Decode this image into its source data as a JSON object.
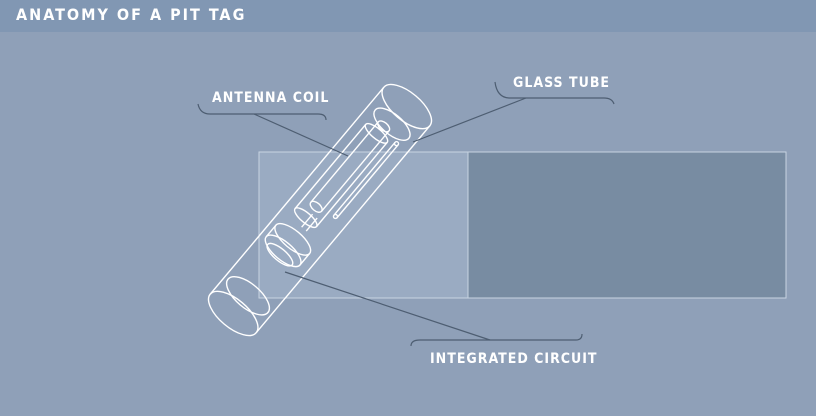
{
  "header": {
    "title": "ANATOMY OF A PIT TAG"
  },
  "labels": {
    "antenna_coil": "ANTENNA COIL",
    "glass_tube": "GLASS TUBE",
    "integrated_circuit": "INTEGRATED CIRCUIT"
  },
  "colors": {
    "background": "#8fa0b8",
    "header_band": "#8197b3",
    "light_panel": "#9aabc2",
    "dark_panel": "#788ca2",
    "line": "#ffffff",
    "leader": "#4e5e72"
  }
}
